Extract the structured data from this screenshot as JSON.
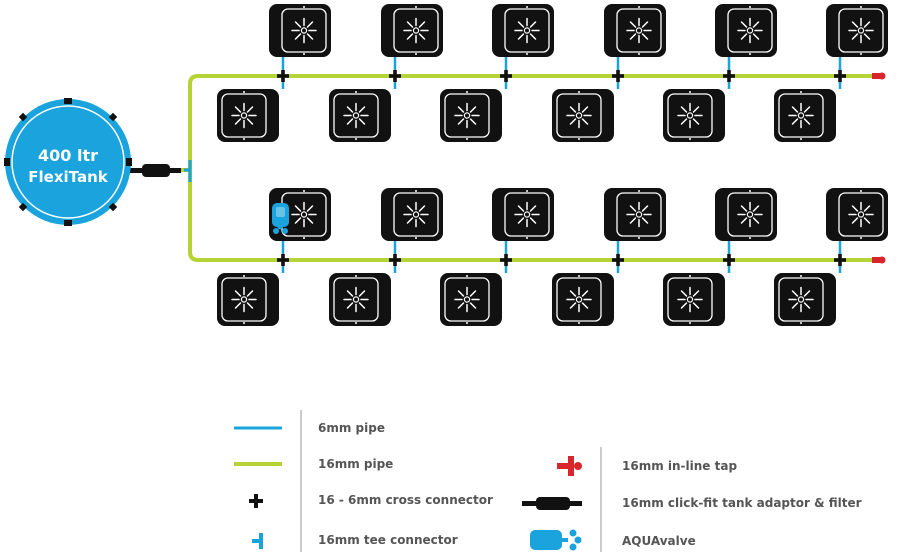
{
  "tank": {
    "line1": "400 ltr",
    "line2": "FlexiTank"
  },
  "colors": {
    "pipe_6mm": "#1aa3dd",
    "pipe_16mm": "#b5d334",
    "connector": "#111111",
    "tap": "#d9262c",
    "aquavalve": "#1aa3dd",
    "tank": "#1aa3dd",
    "legend_text": "#555555"
  },
  "legend": {
    "left": [
      {
        "label": "6mm pipe",
        "icon": "blue-line-icon"
      },
      {
        "label": "16mm pipe",
        "icon": "green-line-icon"
      },
      {
        "label": "16 - 6mm cross connector",
        "icon": "cross-connector-icon"
      },
      {
        "label": "16mm tee connector",
        "icon": "tee-connector-icon"
      }
    ],
    "right": [
      {
        "label": "16mm in-line tap",
        "icon": "red-tap-icon"
      },
      {
        "label": "16mm click-fit tank adaptor & filter",
        "icon": "tank-adaptor-icon"
      },
      {
        "label": "AQUAvalve",
        "icon": "aquavalve-icon"
      }
    ]
  }
}
